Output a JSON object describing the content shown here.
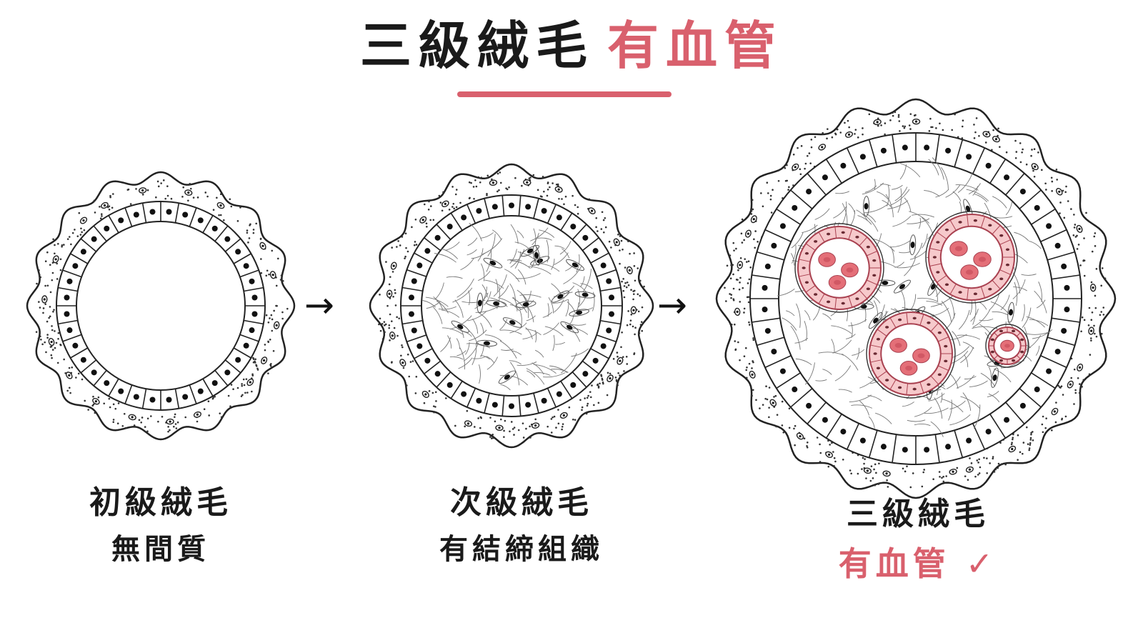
{
  "title": {
    "main": "三級絨毛",
    "accent": "有血管"
  },
  "stages": [
    {
      "name": "初級絨毛",
      "note": "無間質"
    },
    {
      "name": "次級絨毛",
      "note": "有結締組織"
    },
    {
      "name": "三級絨毛",
      "note": "有血管 ✓"
    }
  ],
  "arrows": [
    "→",
    "→"
  ],
  "colors": {
    "accent": "#d9606d",
    "vessel_fill": "#f6c9cb",
    "rbc": "#e46f78",
    "ink": "#1a1a1a"
  }
}
